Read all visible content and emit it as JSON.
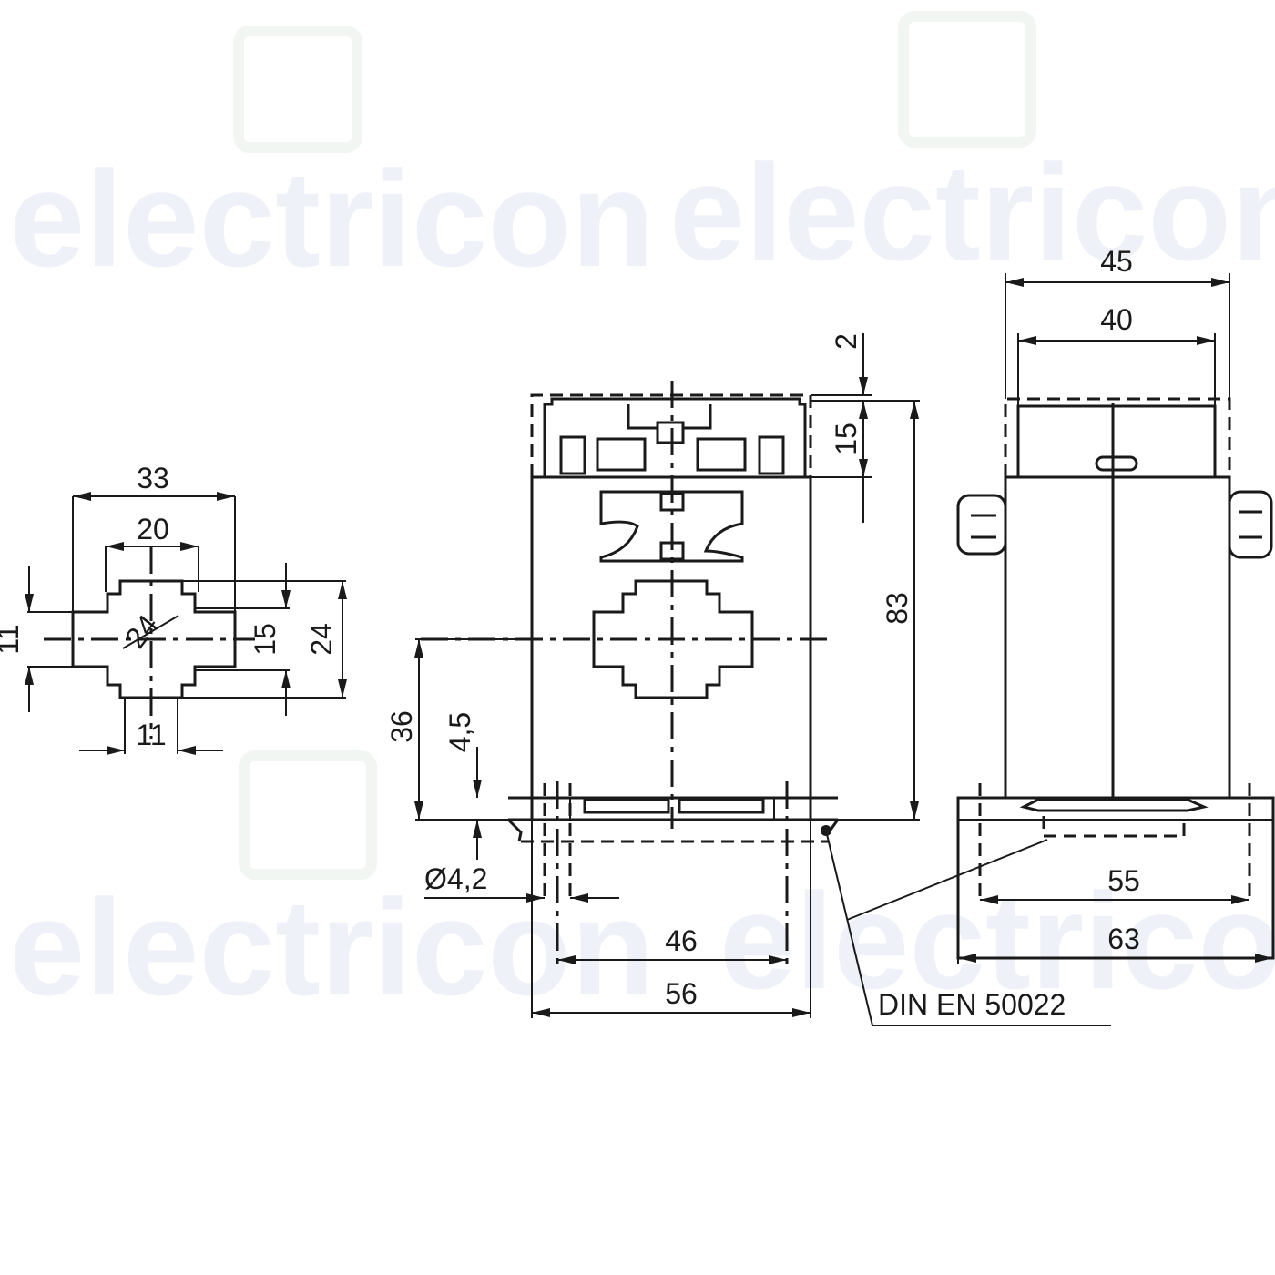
{
  "watermark": {
    "brand": "electricon",
    "accent_color": "#eef1f7"
  },
  "cross_section": {
    "dim_outer_width": "33",
    "dim_inner_width": "20",
    "dim_diagonal": "24",
    "dim_left_height": "11",
    "dim_inner_height": "15",
    "dim_outer_height": "24",
    "dim_bottom_width": "11"
  },
  "front_view": {
    "dim_top_gap": "2",
    "dim_terminal_height": "15",
    "dim_total_height": "83",
    "dim_axis_height": "36",
    "dim_base_height": "4,5",
    "dim_hole": "Ø4,2",
    "dim_hole_spacing": "46",
    "dim_width": "56"
  },
  "side_view": {
    "dim_top_outer": "45",
    "dim_top_inner": "40",
    "dim_rail": "55",
    "dim_base": "63"
  },
  "rail_standard": "DIN EN 50022"
}
